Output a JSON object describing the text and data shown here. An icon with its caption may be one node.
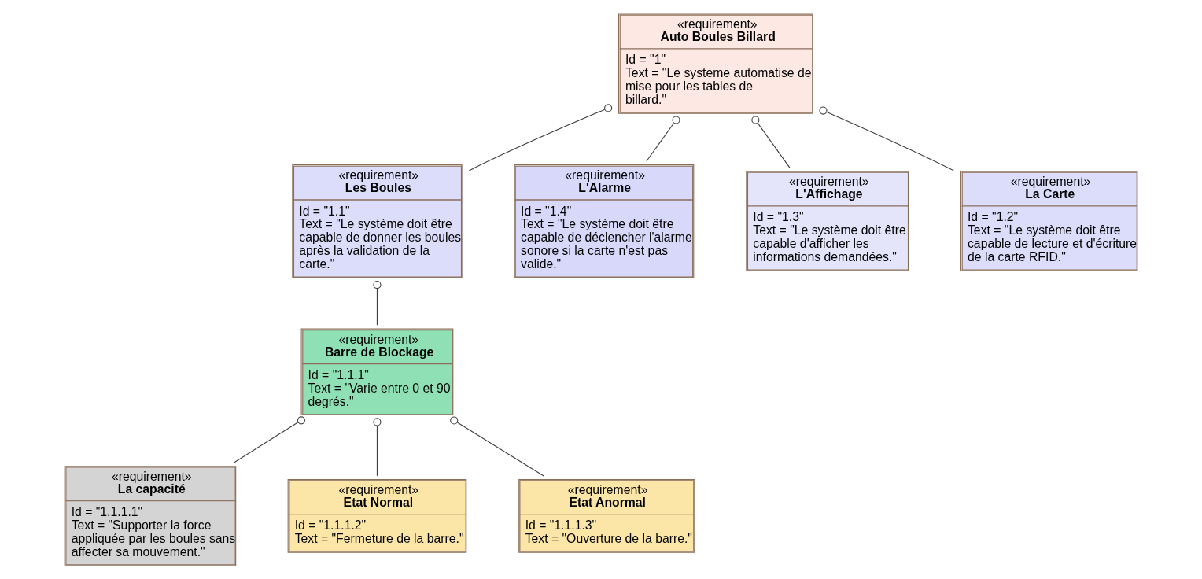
{
  "diagram": {
    "nodes": [
      {
        "text": [
          "«requirement»",
          "Auto Boules Billard",
          "Id = \"1\"",
          "Text = \"Le systeme automatise de mise pour les tables de billard.\""
        ]
      },
      {
        "text": [
          "«requirement»",
          "Les Boules",
          "Id = \"1.1\"",
          "Text = \"Le système doit être capable de donner les boules après la validation de la carte.\""
        ]
      },
      {
        "text": [
          "«requirement»",
          "L'Alarme",
          "Id = \"1.4\"",
          "Text = \"Le système doit être capable de déclencher l'alarme sonore si la carte n'est pas valide.\""
        ]
      },
      {
        "text": [
          "«requirement»",
          "L'Affichage",
          "Id = \"1.3\"",
          "Text = \"Le système doit être capable d'afficher les informations demandées.\""
        ]
      },
      {
        "text": [
          "«requirement»",
          "La capacité",
          "Id = \"1.1.1.1\"",
          "Text = \"Supporter la force appliquée par les boules sans affecter sa mouvement.\""
        ]
      },
      {
        "text": [
          "«requirement»",
          "Barre de Blockage",
          "Id = \"1.1.1\"",
          "Text = \"Varie entre 0 et 90 degrés.\""
        ]
      },
      {
        "text": [
          "«requirement»",
          "La Carte",
          "Id = \"1.2\"",
          "Text = \"Le système doit être capable de lecture et d'écriture de la carte RFID.\""
        ]
      },
      {
        "text": [
          "«requirement»",
          "Etat Normal",
          "Id = \"1.1.1.2\"",
          "Text = \"Fermeture de la barre.\""
        ]
      },
      {
        "text": [
          "«requirement»",
          "Etat Anormal",
          "Id = \"1.1.1.3\"",
          "Text = \"Ouverture de la barre.\""
        ]
      }
    ],
    "edges": [
      {
        "from": 2,
        "to": 0,
        "arrow": "other"
      },
      {
        "from": 1,
        "to": 0,
        "arrow": "other"
      },
      {
        "from": 3,
        "to": 0,
        "arrow": "other"
      },
      {
        "from": 6,
        "to": 0,
        "arrow": "other"
      },
      {
        "from": 5,
        "to": 1,
        "arrow": "other"
      },
      {
        "from": 4,
        "to": 5,
        "arrow": "other"
      },
      {
        "from": 7,
        "to": 5,
        "arrow": "other"
      },
      {
        "from": 8,
        "to": 5,
        "arrow": "other"
      }
    ]
  }
}
